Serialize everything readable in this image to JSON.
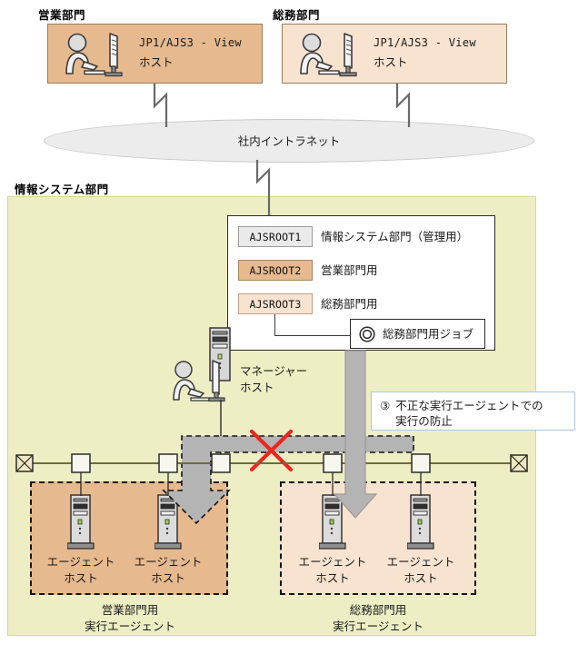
{
  "diagram": {
    "departments": [
      {
        "id": "sales",
        "label": "営業部門",
        "host_line1": "JP1/AJS3 - View",
        "host_line2": "ホスト",
        "color": "#e6b98f"
      },
      {
        "id": "general",
        "label": "総務部門",
        "host_line1": "JP1/AJS3 - View",
        "host_line2": "ホスト",
        "color": "#f8e3d0"
      }
    ],
    "network": {
      "intranet_label": "社内イントラネット",
      "intranet_color": "#ececec"
    },
    "is_region": {
      "label": "情報システム部門",
      "color": "#eeeec4"
    },
    "scheduler_services": [
      {
        "chip": "AJSROOT1",
        "desc": "情報システム部門（管理用）",
        "color": "#eaeaea"
      },
      {
        "chip": "AJSROOT2",
        "desc": "営業部門用",
        "color": "#e6b98f"
      },
      {
        "chip": "AJSROOT3",
        "desc": "総務部門用",
        "color": "#f8e3d0"
      }
    ],
    "job": {
      "label": "総務部門用ジョブ",
      "icon": "job-circle-icon"
    },
    "manager": {
      "line1": "マネージャー",
      "line2": "ホスト"
    },
    "callout": {
      "number": "③",
      "line1": "不正な実行エージェントでの",
      "line2": "実行の防止",
      "border_color": "#aac6e0"
    },
    "blocked_marker": {
      "name": "red-x-icon",
      "color": "#e8271f"
    },
    "agent_groups": [
      {
        "id": "sales-agents",
        "color": "#e6b98f",
        "caption_line1": "営業部門用",
        "caption_line2": "実行エージェント",
        "hosts": [
          {
            "line1": "エージェント",
            "line2": "ホスト"
          },
          {
            "line1": "エージェント",
            "line2": "ホスト"
          }
        ]
      },
      {
        "id": "general-agents",
        "color": "#f8e3d0",
        "caption_line1": "総務部門用",
        "caption_line2": "実行エージェント",
        "hosts": [
          {
            "line1": "エージェント",
            "line2": "ホスト"
          },
          {
            "line1": "エージェント",
            "line2": "ホスト"
          }
        ]
      }
    ]
  }
}
